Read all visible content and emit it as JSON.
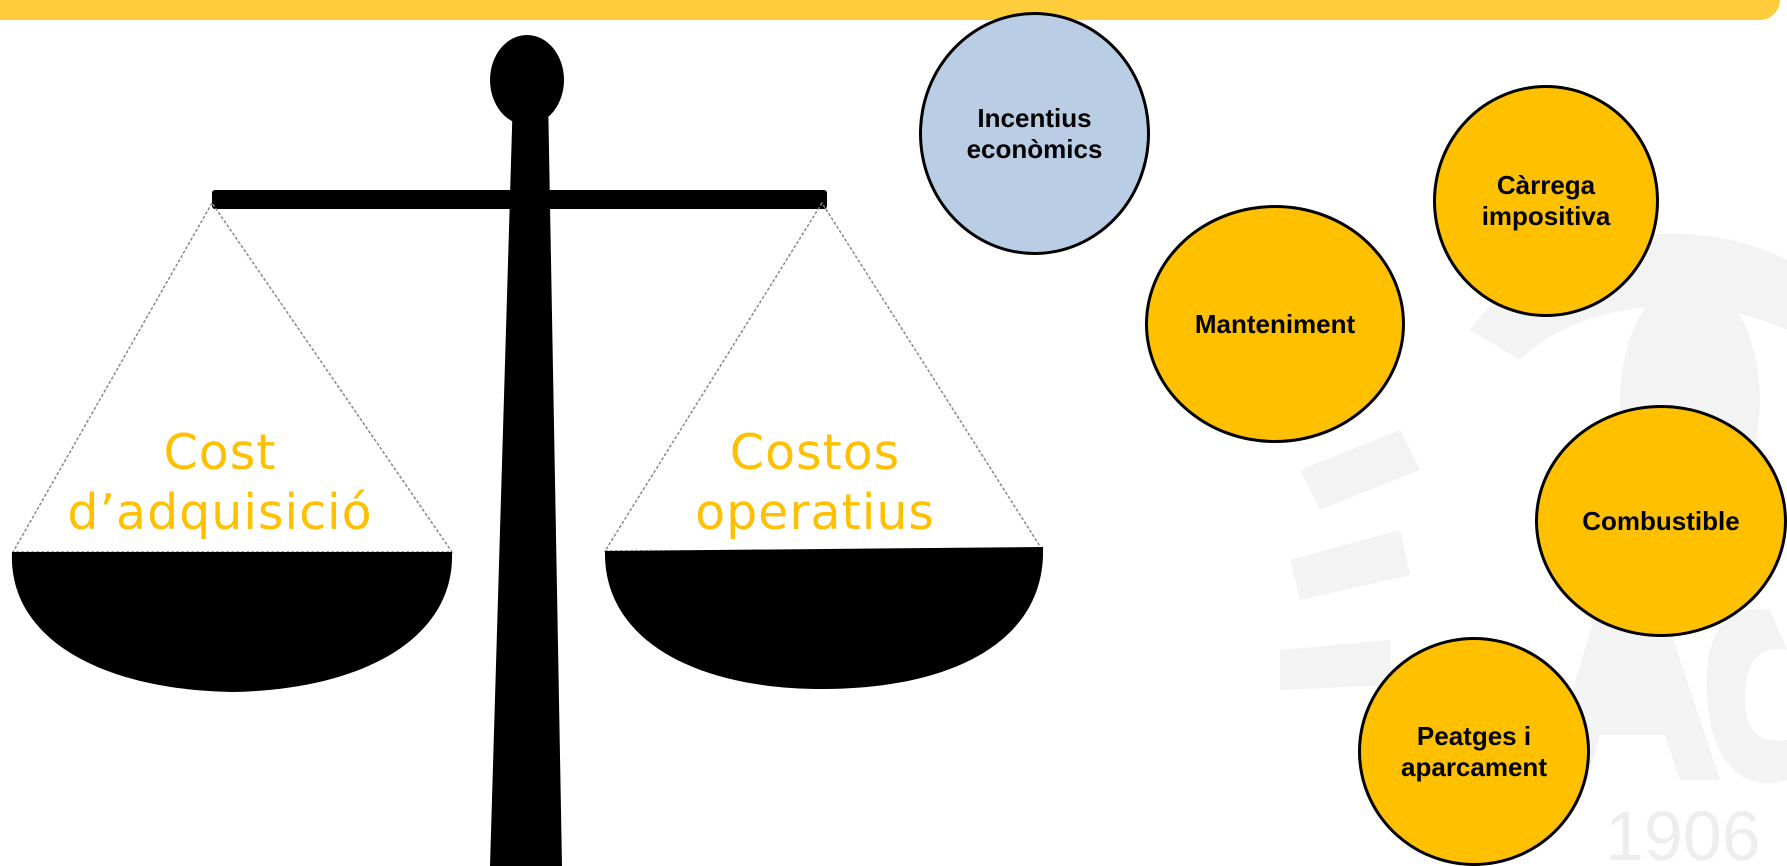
{
  "colors": {
    "banner": "#ffcd3c",
    "accent_yellow": "#ffc000",
    "bubble_blue": "#b9cde5",
    "scale": "#000000"
  },
  "scale": {
    "left_pan_label": "Cost\nd’adquisició",
    "right_pan_label": "Costos\noperatius"
  },
  "bubbles": {
    "incentives": "Incentius\neconòmics",
    "tax": "Càrrega\nimpositiva",
    "maintenance": "Manteniment",
    "fuel": "Combustible",
    "tolls": "Peatges i\naparcament"
  },
  "watermark": {
    "year": "1906"
  }
}
